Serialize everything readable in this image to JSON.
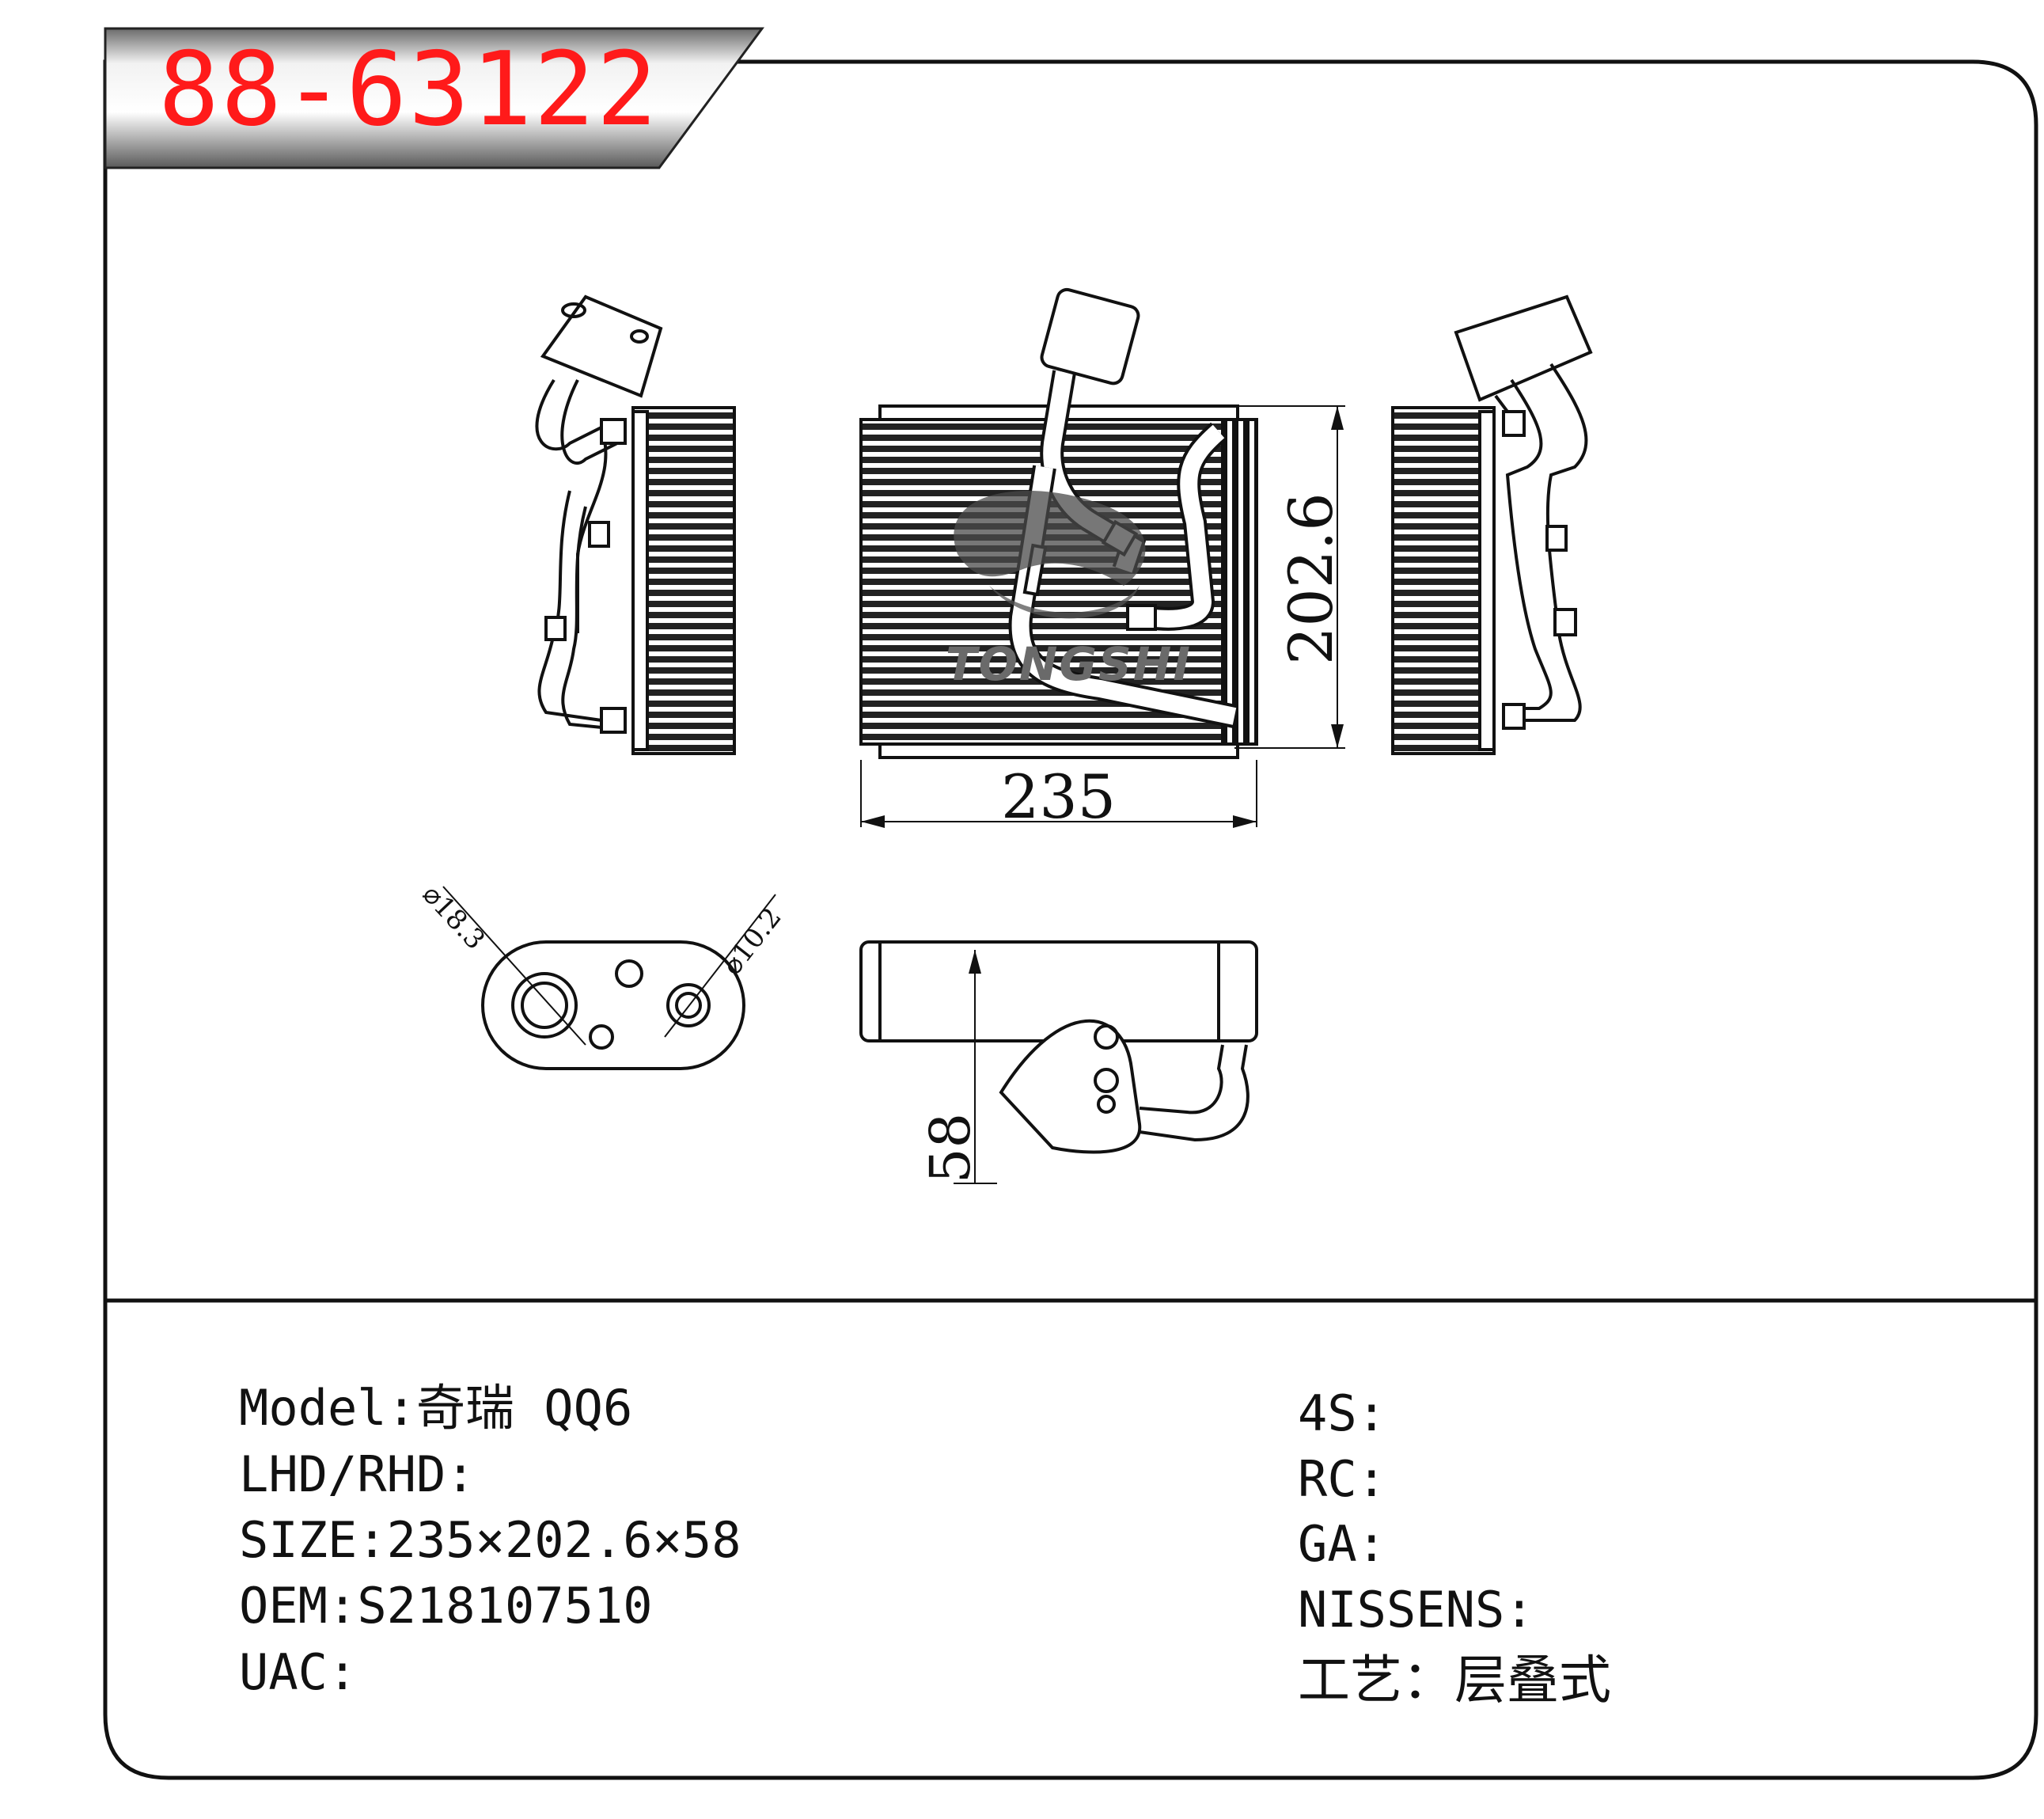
{
  "header": {
    "part_number": "88-63122"
  },
  "drawing": {
    "width_dim": "235",
    "height_dim": "202.6",
    "depth_dim": "58",
    "port_large_dim": "⌀18.3",
    "port_small_dim": "⌀10.2",
    "watermark": "TONGSHI"
  },
  "specs_left": [
    {
      "label": "Model",
      "sep": ":",
      "value": "奇瑞 QQ6"
    },
    {
      "label": "LHD/RHD",
      "sep": ":",
      "value": ""
    },
    {
      "label": "SIZE",
      "sep": ":",
      "value": "235×202.6×58"
    },
    {
      "label": "OEM",
      "sep": ":",
      "value": "S218107510"
    },
    {
      "label": "UAC",
      "sep": ":",
      "value": ""
    }
  ],
  "specs_right": [
    {
      "label": "4S",
      "sep": ":",
      "value": ""
    },
    {
      "label": "RC",
      "sep": ":",
      "value": ""
    },
    {
      "label": "GA",
      "sep": ":",
      "value": ""
    },
    {
      "label": "NISSENS",
      "sep": ":",
      "value": ""
    },
    {
      "label": "工艺",
      "sep": "：",
      "value": "层叠式"
    }
  ]
}
